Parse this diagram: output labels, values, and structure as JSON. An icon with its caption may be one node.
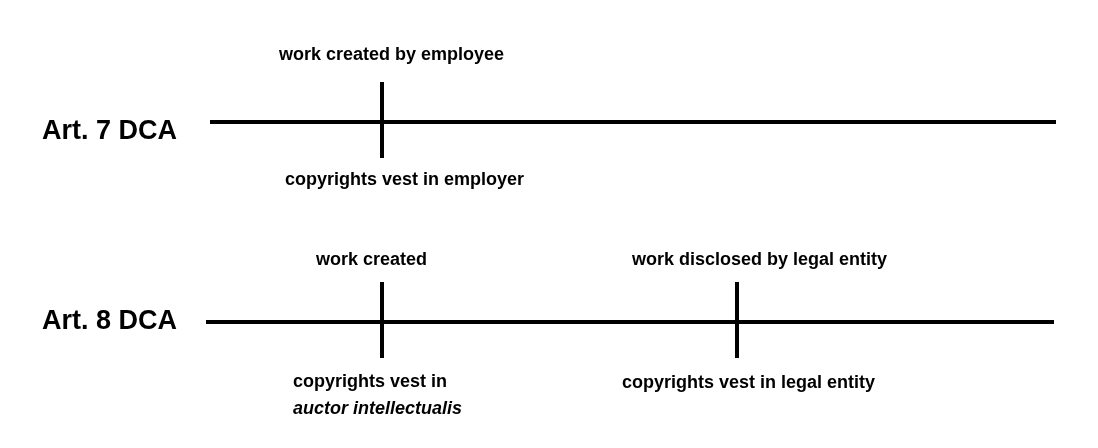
{
  "diagram": {
    "labels": [
      "work created by employee",
      "Art. 7 DCA",
      "copyrights vest in employer",
      "work created",
      "work disclosed by legal entity",
      "Art. 8 DCA",
      "copyrights vest in *auctor intellectualis*",
      "copyrights vest in legal entity"
    ]
  }
}
